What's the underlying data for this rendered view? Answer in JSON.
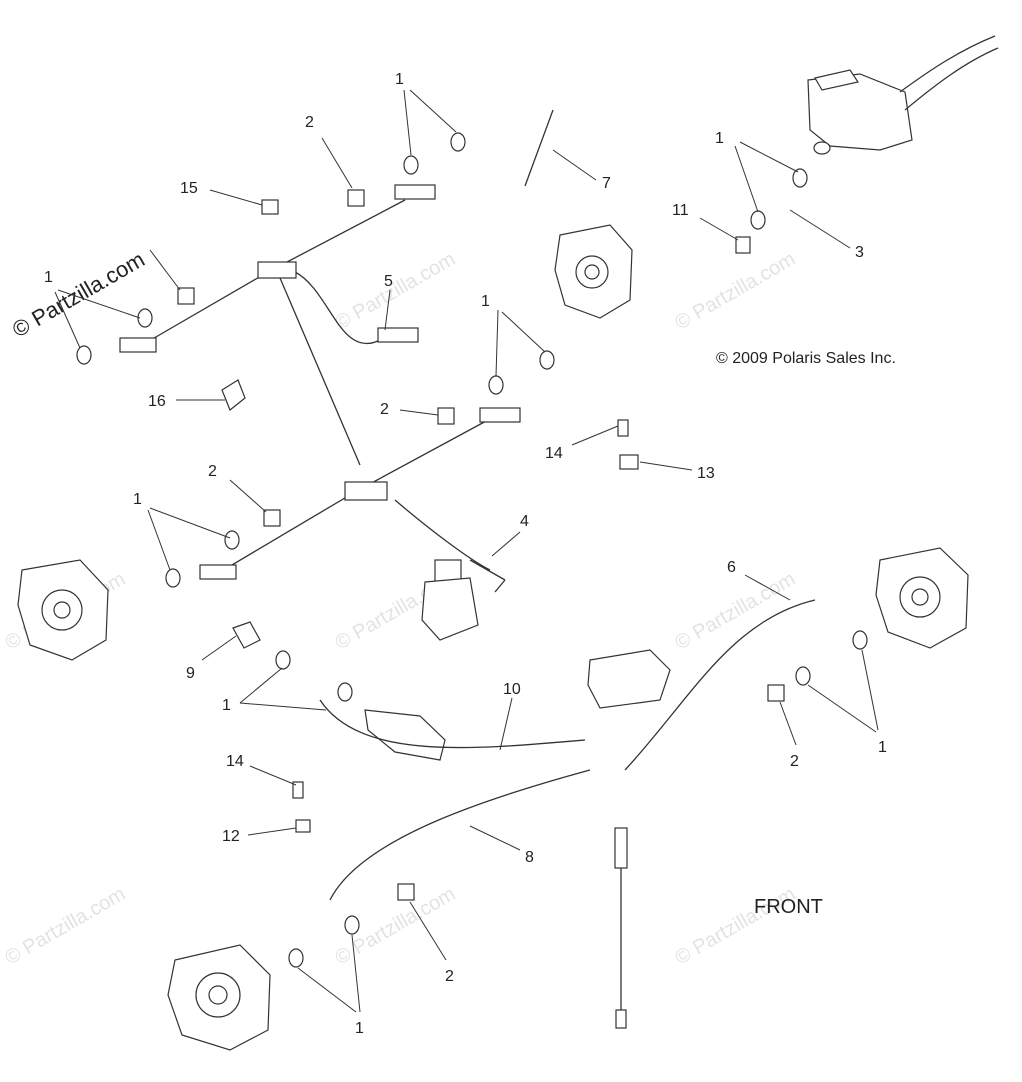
{
  "watermark": {
    "text": "© Partzilla.com"
  },
  "brand_watermark": {
    "text": "© Partzilla.com"
  },
  "copyright": {
    "text": "© 2009 Polaris Sales Inc."
  },
  "front_label": {
    "text": "FRONT"
  },
  "callouts": {
    "c1a": "1",
    "c1b": "1",
    "c1c": "1",
    "c1d": "1",
    "c1e": "1",
    "c1f": "1",
    "c1g": "1",
    "c1h": "1",
    "c2a": "2",
    "c2b": "2",
    "c2c": "2",
    "c2d": "2",
    "c2e": "2",
    "c3": "3",
    "c4": "4",
    "c5": "5",
    "c6": "6",
    "c7": "7",
    "c8": "8",
    "c9": "9",
    "c10": "10",
    "c11": "11",
    "c12": "12",
    "c13": "13",
    "c14a": "14",
    "c14b": "14",
    "c15": "15",
    "c16": "16"
  }
}
